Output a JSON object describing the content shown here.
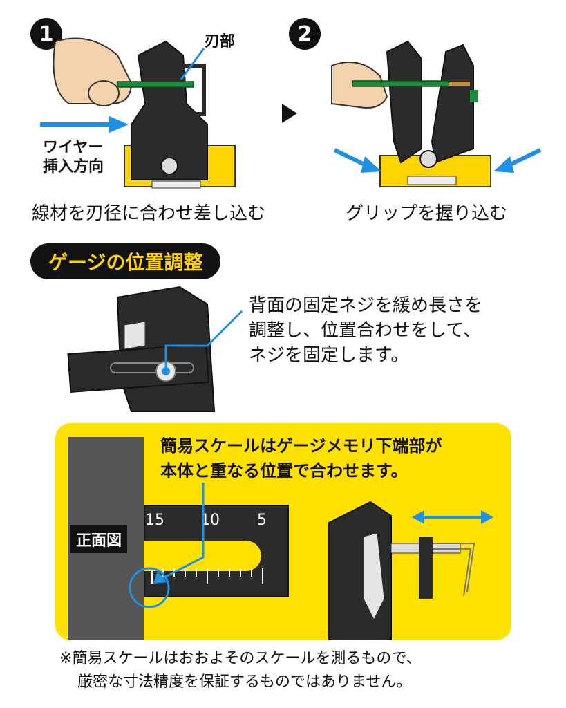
{
  "step1": {
    "number": "1",
    "blade_label": "刃部",
    "wire_direction_line1": "ワイヤー",
    "wire_direction_line2": "挿入方向",
    "caption": "線材を刃径に合わせ差し込む"
  },
  "step2": {
    "number": "2",
    "caption": "グリップを握り込む"
  },
  "gauge": {
    "title": "ゲージの位置調整",
    "desc_line1": "背面の固定ネジを緩め長さを",
    "desc_line2": "調整し、位置合わせをして、",
    "desc_line3": "ネジを固定します。"
  },
  "scale_panel": {
    "note_line1": "簡易スケールはゲージメモリ下端部が",
    "note_line2": "本体と重なる位置で合わせます。",
    "front_view_label": "正面図",
    "scale_numbers": [
      "15",
      "10",
      "5"
    ]
  },
  "footnote": {
    "line1": "※簡易スケールはおおよそのスケールを測るもので、",
    "line2": "厳密な寸法精度を保証するものではありません。"
  },
  "colors": {
    "accent_blue": "#1e90e6",
    "yellow": "#ffe100",
    "tool_black": "#2b2b2b",
    "wire_green": "#1e8a3c"
  }
}
